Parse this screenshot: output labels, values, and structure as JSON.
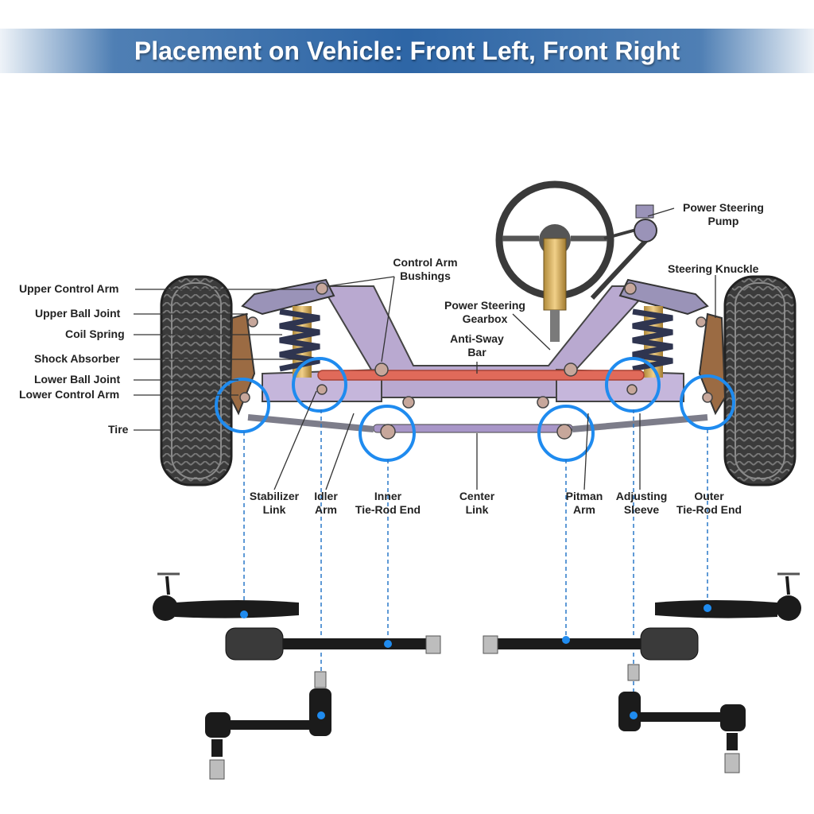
{
  "banner": {
    "title": "Placement on Vehicle: Front Left, Front Right"
  },
  "labels": {
    "upper_control_arm": "Upper Control Arm",
    "upper_ball_joint": "Upper Ball Joint",
    "coil_spring": "Coil Spring",
    "shock_absorber": "Shock Absorber",
    "lower_ball_joint": "Lower Ball Joint",
    "lower_control_arm": "Lower Control Arm",
    "tire": "Tire",
    "control_arm_bushings_1": "Control Arm",
    "control_arm_bushings_2": "Bushings",
    "power_steering_gearbox_1": "Power Steering",
    "power_steering_gearbox_2": "Gearbox",
    "anti_sway_bar_1": "Anti-Sway",
    "anti_sway_bar_2": "Bar",
    "power_steering_pump_1": "Power Steering",
    "power_steering_pump_2": "Pump",
    "steering_knuckle": "Steering Knuckle",
    "stabilizer_link_1": "Stabilizer",
    "stabilizer_link_2": "Link",
    "idler_arm_1": "Idler",
    "idler_arm_2": "Arm",
    "inner_tie_rod_end_1": "Inner",
    "inner_tie_rod_end_2": "Tie-Rod End",
    "center_link_1": "Center",
    "center_link_2": "Link",
    "pitman_arm_1": "Pitman",
    "pitman_arm_2": "Arm",
    "adjusting_sleeve_1": "Adjusting",
    "adjusting_sleeve_2": "Sleeve",
    "outer_tie_rod_end_1": "Outer",
    "outer_tie_rod_end_2": "Tie-Rod End"
  },
  "colors": {
    "banner_blue": "#2e66a6",
    "highlight_circle": "#1f8bef",
    "frame_purple": "#b9a9d0",
    "sway_bar_red": "#e06a5a",
    "part_black": "#1b1b1b",
    "tire_dark": "#3a3a3a"
  }
}
